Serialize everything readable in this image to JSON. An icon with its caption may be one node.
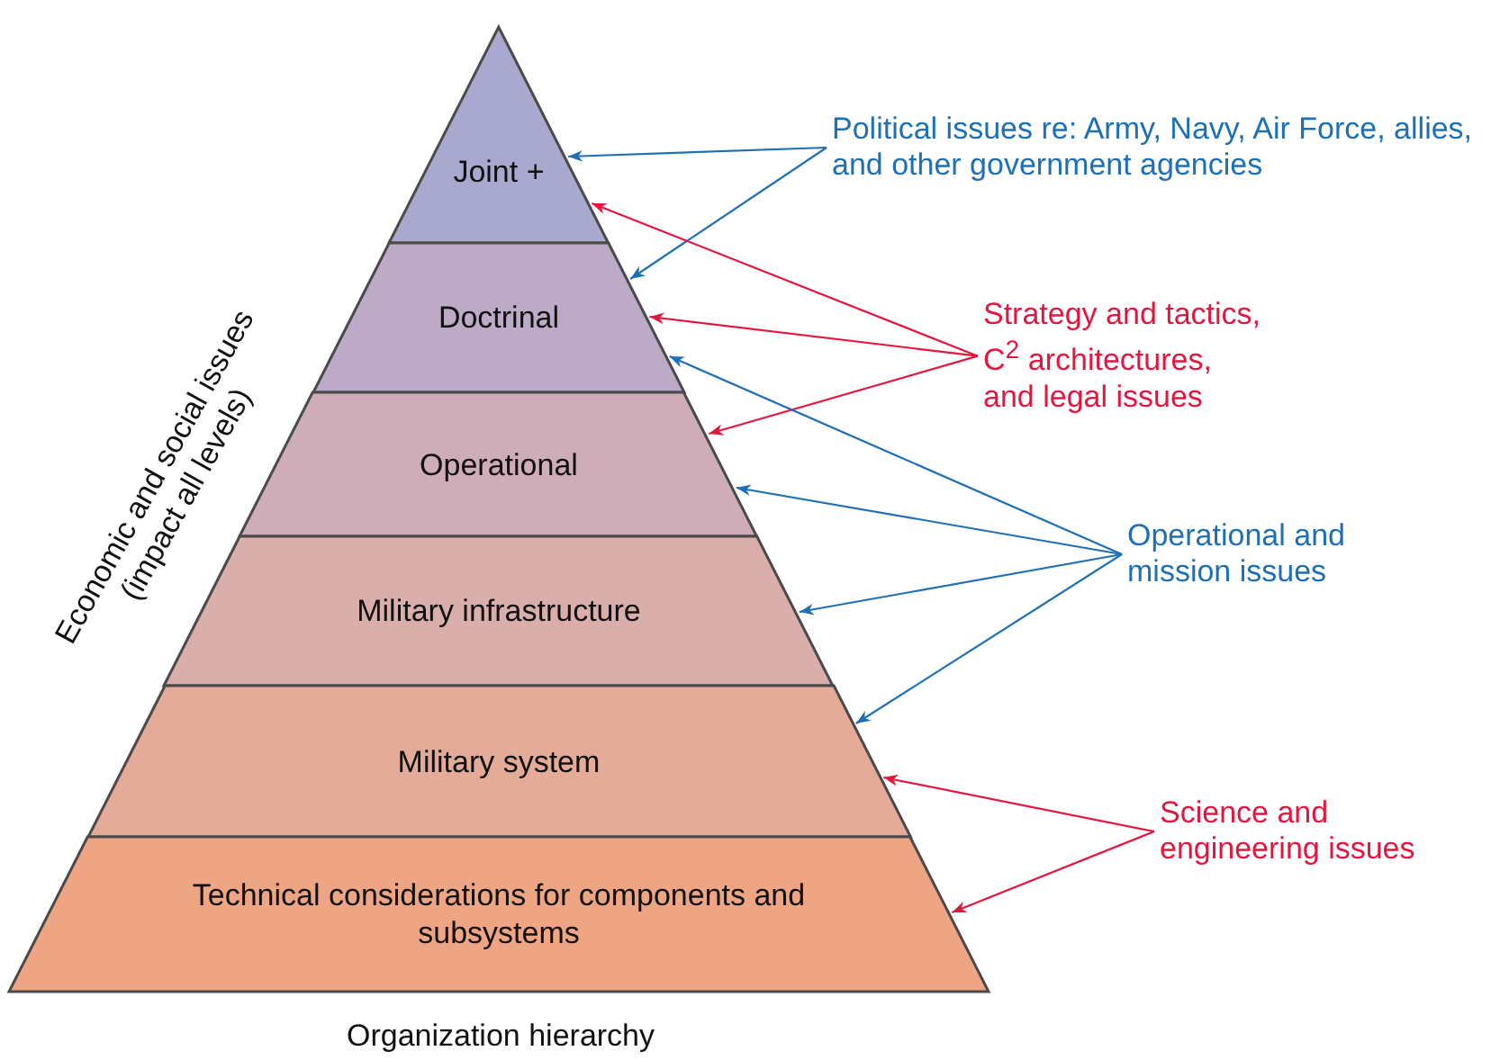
{
  "diagram": {
    "nodes": [
      {
        "text": [
          "Joint +"
        ]
      },
      {
        "text": [
          "Doctrinal"
        ]
      },
      {
        "text": [
          "Operational"
        ]
      },
      {
        "text": [
          "Military infrastructure"
        ]
      },
      {
        "text": [
          "Military system"
        ]
      },
      {
        "text": [
          "Technical considerations for components and subsystems"
        ]
      },
      {
        "text": [
          "Political issues re: Army, Navy, Air Force, allies, and other government agencies"
        ]
      },
      {
        "text": [
          "Strategy and tactics, C$^{2}$ architectures, and legal issues"
        ]
      },
      {
        "text": [
          "Operational and mission issues"
        ]
      },
      {
        "text": [
          "Science and engineering issues"
        ]
      }
    ],
    "edges": [
      {
        "from": 6,
        "to": 0,
        "arrow": "to"
      },
      {
        "from": 6,
        "to": 1,
        "arrow": "to"
      },
      {
        "from": 7,
        "to": 0,
        "arrow": "to",
        "color": "#e2163f"
      },
      {
        "from": 7,
        "to": 1,
        "arrow": "to",
        "color": "#e2163f"
      },
      {
        "from": 7,
        "to": 2,
        "arrow": "to",
        "color": "#e2163f"
      },
      {
        "from": 8,
        "to": 1,
        "arrow": "to"
      },
      {
        "from": 8,
        "to": 2,
        "arrow": "to"
      },
      {
        "from": 8,
        "to": 3,
        "arrow": "to"
      },
      {
        "from": 8,
        "to": 4,
        "arrow": "to"
      },
      {
        "from": 9,
        "to": 4,
        "arrow": "to",
        "color": "#e2163f"
      },
      {
        "from": 9,
        "to": 5,
        "arrow": "to",
        "color": "#e2163f"
      }
    ],
    "labels": [
      "Economic and social issues (impact all levels)",
      "Organization hierarchy"
    ]
  }
}
